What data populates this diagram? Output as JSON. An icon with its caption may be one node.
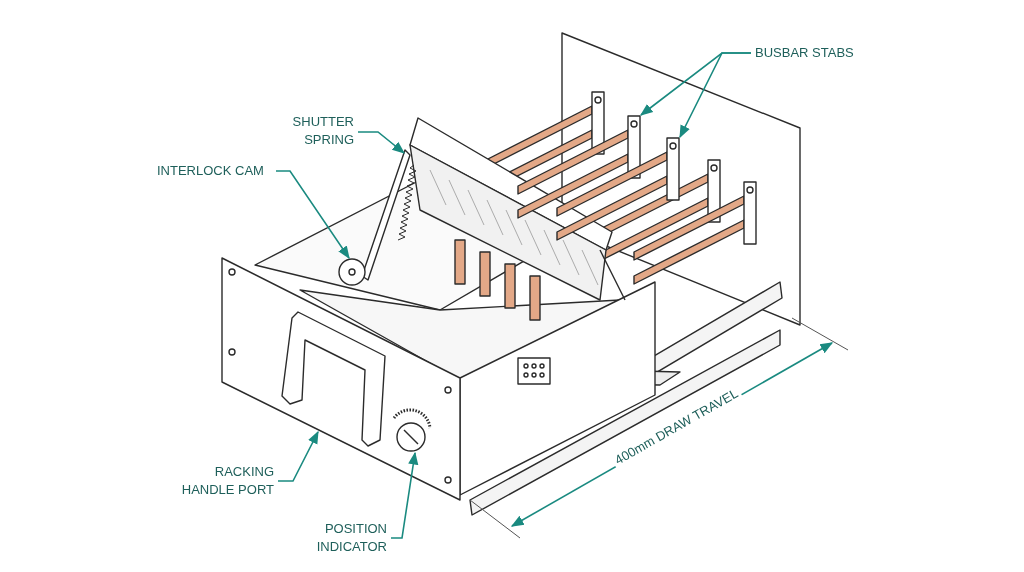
{
  "diagram": {
    "nodes": [
      {
        "text": [
          "BUSBAR STABS"
        ]
      },
      {
        "text": [],
        "shape": "bar"
      },
      {
        "text": [],
        "shape": "bar"
      },
      {
        "text": [
          "SHUTTER SPRING"
        ]
      },
      {
        "text": [],
        "shape": "picture"
      },
      {
        "text": [
          "INTERLOCK CAM"
        ]
      },
      {
        "text": [],
        "shape": "picture"
      },
      {
        "text": [
          "RACKING HANDLE PORT"
        ]
      },
      {
        "text": [],
        "shape": "picture"
      },
      {
        "text": [
          "POSITION INDICATOR"
        ]
      },
      {
        "text": [],
        "shape": "picture"
      }
    ],
    "edges": [
      {
        "from": 0,
        "to": 1,
        "arrow": "to"
      },
      {
        "from": 0,
        "to": 2,
        "arrow": "to"
      },
      {
        "from": 3,
        "to": 4,
        "arrow": "to"
      },
      {
        "from": 5,
        "to": 6,
        "arrow": "to"
      },
      {
        "from": 7,
        "to": 8,
        "arrow": "to"
      },
      {
        "from": 9,
        "to": 10,
        "arrow": "to"
      }
    ],
    "labels": [
      "400mm DRAW TRAVEL"
    ]
  }
}
